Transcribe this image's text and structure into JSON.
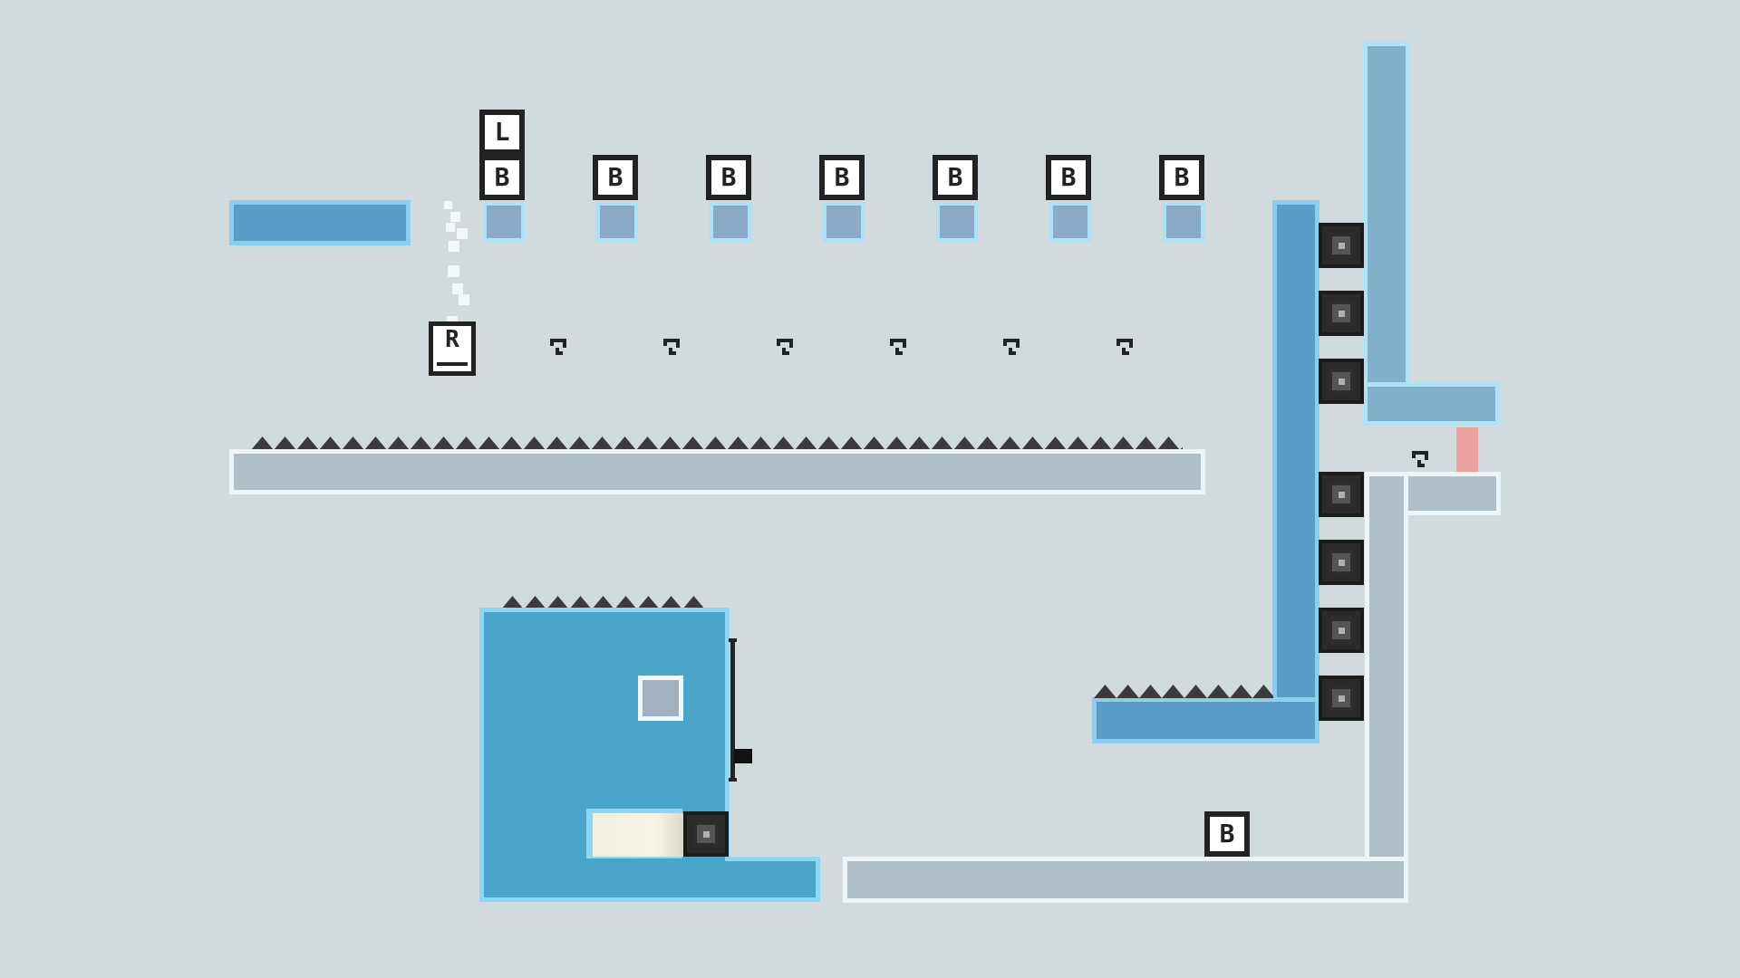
{
  "level": {
    "background": "#d1dadd",
    "crate_row": [
      {
        "letter": "B"
      },
      {
        "letter": "B"
      },
      {
        "letter": "B"
      },
      {
        "letter": "B"
      },
      {
        "letter": "B"
      },
      {
        "letter": "B"
      },
      {
        "letter": "B"
      }
    ],
    "stacked_crate_top": {
      "letter": "L"
    },
    "player": {
      "letter": "R"
    },
    "floor_crate": {
      "letter": "B"
    },
    "token_count": 7,
    "turret_count": 8,
    "colors": {
      "platform_blue": "#5b9bc8",
      "platform_cyan": "#4ba5cb",
      "platform_teal": "#7fb1c8",
      "platform_gray": "#afc0c9",
      "laser": "#eaa3a0",
      "crate": "#222222"
    },
    "icons": [
      "crate-icon",
      "player-robot-icon",
      "token-icon",
      "turret-icon",
      "spike-icon"
    ]
  }
}
